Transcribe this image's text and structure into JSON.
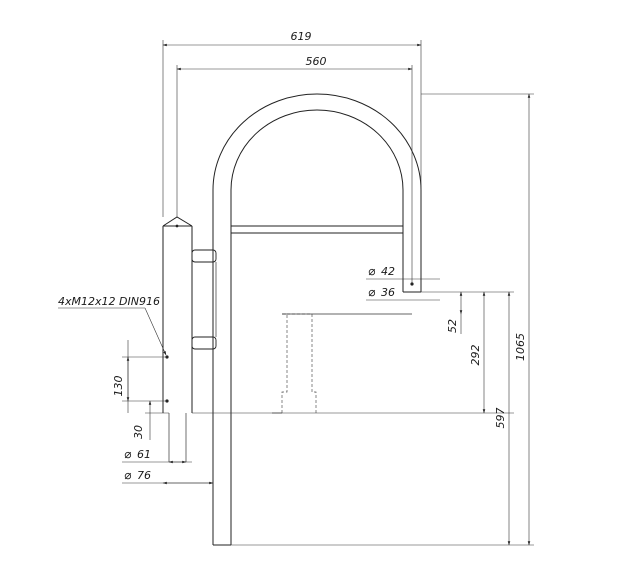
{
  "dimensions": {
    "overall_width": "619",
    "inner_width": "560",
    "total_height": "1065",
    "height_597": "597",
    "height_292": "292",
    "drop_52": "52",
    "bolt_spacing": "130",
    "bolt_offset": "30"
  },
  "diameters": {
    "spout_outer": "42",
    "spout_inner": "36",
    "post_inner": "61",
    "post_outer": "76"
  },
  "diameter_symbol": "⌀",
  "fastener_note": "4xM12x12 DIN916"
}
